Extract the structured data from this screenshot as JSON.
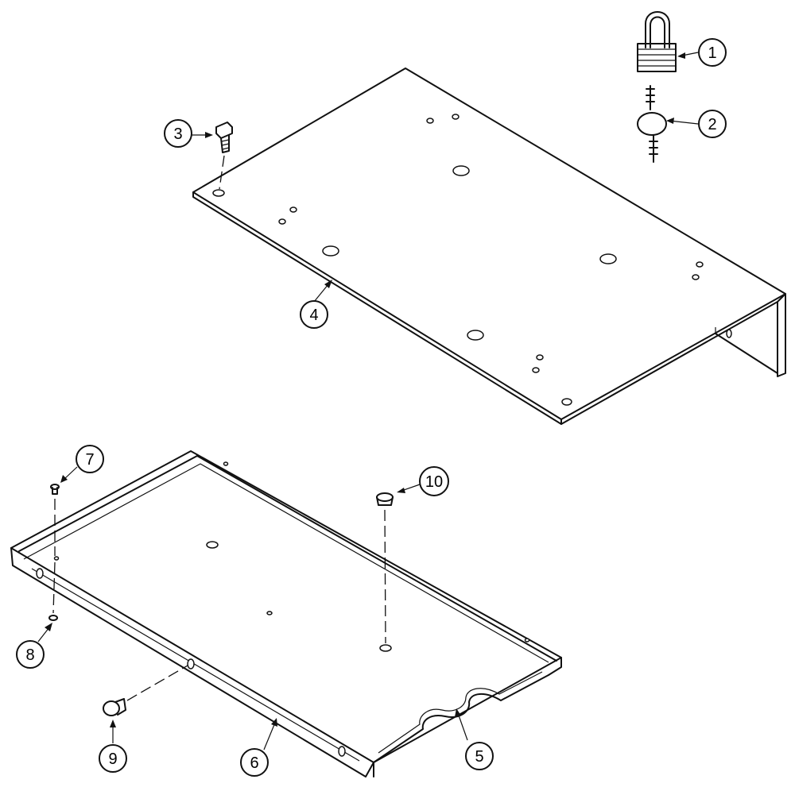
{
  "callouts": [
    {
      "id": "1",
      "label": "1",
      "part": "padlock"
    },
    {
      "id": "2",
      "label": "2",
      "part": "keys"
    },
    {
      "id": "3",
      "label": "3",
      "part": "bolt"
    },
    {
      "id": "4",
      "label": "4",
      "part": "upper-plate"
    },
    {
      "id": "5",
      "label": "5",
      "part": "notched-edge"
    },
    {
      "id": "6",
      "label": "6",
      "part": "lower-plate"
    },
    {
      "id": "7",
      "label": "7",
      "part": "screw"
    },
    {
      "id": "8",
      "label": "8",
      "part": "washer"
    },
    {
      "id": "9",
      "label": "9",
      "part": "knob"
    },
    {
      "id": "10",
      "label": "10",
      "part": "plug"
    }
  ]
}
